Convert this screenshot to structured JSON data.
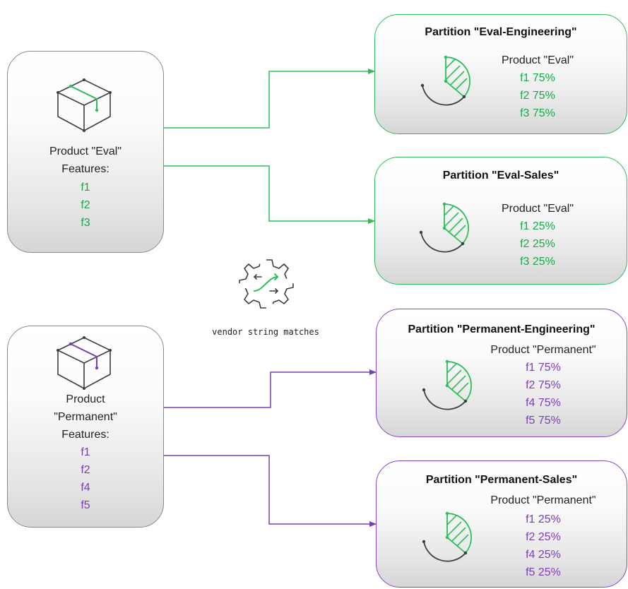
{
  "products": [
    {
      "name_lines": [
        "Product \"Eval\""
      ],
      "features_label": "Features:",
      "features": [
        "f1",
        "f2",
        "f3"
      ]
    },
    {
      "name_lines": [
        "Product",
        "\"Permanent\""
      ],
      "features_label": "Features:",
      "features": [
        "f1",
        "f2",
        "f4",
        "f5"
      ]
    }
  ],
  "center_label": "vendor string matches",
  "partitions": [
    {
      "title": "Partition \"Eval-Engineering\"",
      "product": "Product  \"Eval\"",
      "features": [
        "f1 75%",
        "f2 75%",
        "f3 75%"
      ]
    },
    {
      "title": "Partition \"Eval-Sales\"",
      "product": "Product  \"Eval\"",
      "features": [
        "f1 25%",
        "f2 25%",
        "f3 25%"
      ]
    },
    {
      "title": "Partition \"Permanent-Engineering\"",
      "product": "Product  \"Permanent\"",
      "features": [
        "f1 75%",
        "f2 75%",
        "f4 75%",
        "f5 75%"
      ]
    },
    {
      "title": "Partition \"Permanent-Sales\"",
      "product": "Product  \"Permanent\"",
      "features": [
        "f1 25%",
        "f2 25%",
        "f4 25%",
        "f5 25%"
      ]
    }
  ],
  "colors": {
    "green": "#2ebd59",
    "purple": "#7b3fb4",
    "box_border": "#8a8a8a"
  },
  "icons": {
    "product": "box-icon",
    "partition": "pie-chart-icon",
    "center": "gear-shuffle-icon"
  }
}
